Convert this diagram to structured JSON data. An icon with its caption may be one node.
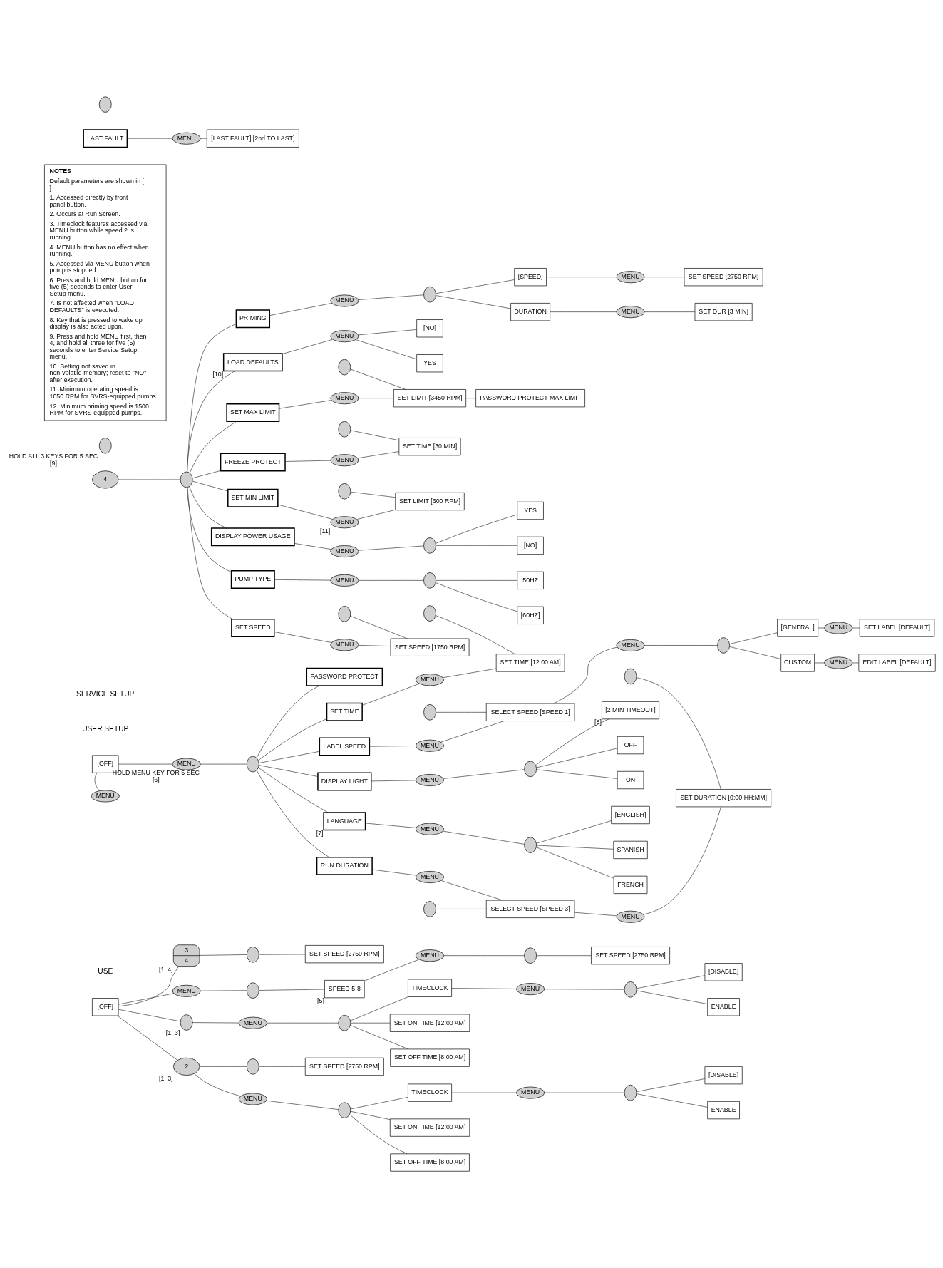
{
  "diagram": {
    "nodes": [
      {
        "text": [
          "[OFF]"
        ]
      },
      {
        "text": [],
        "shape": "button",
        "beside": [
          "[1, 3]"
        ]
      },
      {
        "text": [
          "MENU"
        ]
      },
      {
        "text": [],
        "shape": "button"
      },
      {
        "text": [
          "TIMECLOCK"
        ]
      },
      {
        "text": [
          "SET ON TIME [12:00 AM]"
        ]
      },
      {
        "text": [
          "SET OFF TIME [8:00 AM]"
        ]
      },
      {
        "text": [
          "MENU"
        ]
      },
      {
        "text": [],
        "shape": "button"
      },
      {
        "text": [
          "[DISABLE]"
        ]
      },
      {
        "text": [
          "ENABLE"
        ]
      },
      {
        "text": [
          "2"
        ],
        "beside": [
          "[1, 3]"
        ]
      },
      {
        "text": [
          "SET SPEED [2750 RPM]"
        ]
      },
      {
        "text": [],
        "shape": "button"
      },
      {
        "text": [
          "MENU"
        ]
      },
      {
        "text": [],
        "shape": "button"
      },
      {
        "text": [
          "TIMECLOCK"
        ]
      },
      {
        "text": [
          "SET ON TIME [12:00 AM]"
        ]
      },
      {
        "text": [
          "SET OFF TIME [8:00 AM]"
        ]
      },
      {
        "text": [
          "MENU"
        ]
      },
      {
        "text": [],
        "shape": "button"
      },
      {
        "text": [
          "[DISABLE]"
        ]
      },
      {
        "text": [
          "ENABLE"
        ]
      },
      {
        "text": [
          "3",
          "4"
        ],
        "beside": [
          "[1, 4]"
        ]
      },
      {
        "text": [],
        "shape": "button"
      },
      {
        "text": [
          "SET SPEED [2750 RPM]"
        ]
      },
      {
        "text": [
          "MENU"
        ]
      },
      {
        "text": [],
        "shape": "button"
      },
      {
        "text": [
          "SPEED 5-8"
        ],
        "beside": [
          "[5]"
        ]
      },
      {
        "text": [
          "MENU"
        ]
      },
      {
        "text": [],
        "shape": "button"
      },
      {
        "text": [
          "SET SPEED [2750 RPM]"
        ]
      },
      {
        "text": [
          "NOTES",
          "Default parameters are shown in [ ].",
          "1. Accessed directly by front panel button.",
          "2. Occurs at Run Screen.",
          "3. Timeclock features accessed via MENU button while speed 2 is running.",
          "4. MENU button has no effect when running.",
          "5. Accessed via MENU button when pump is stopped.",
          "6. Press and hold MENU button for five (5) seconds to enter User Setup menu.",
          "7. Is not affected when \"LOAD DEFAULTS\" is executed.",
          "8. Key that is pressed to wake up display is also acted upon.",
          "9. Press and hold MENU first, then 4, and hold all three for five (5) seconds to enter Service Setup menu.",
          "10. Setting not saved in non-volatile memory; reset to \"NO\" after execution.",
          "11. Minimum operating speed is 1050 RPM for SVRS-equipped pumps.",
          "12. Minimum priming speed is 1500 RPM for SVRS-equipped pumps."
        ]
      },
      {
        "text": [
          "[OFF]"
        ]
      },
      {
        "text": [
          "MENU"
        ],
        "beside": [
          "HOLD MENU KEY FOR 5 SEC",
          "[6]"
        ]
      },
      {
        "text": [],
        "shape": "button"
      },
      {
        "text": [
          "SET TIME"
        ]
      },
      {
        "text": [
          "MENU"
        ]
      },
      {
        "text": [
          "SET TIME [12:00 AM]"
        ]
      },
      {
        "text": [],
        "shape": "button"
      },
      {
        "text": [
          "DISPLAY LIGHT"
        ]
      },
      {
        "text": [
          "MENU"
        ]
      },
      {
        "text": [],
        "shape": "button"
      },
      {
        "text": [
          "[2 MIN TIMEOUT]"
        ],
        "beside": [
          "[8]"
        ]
      },
      {
        "text": [
          "OFF"
        ]
      },
      {
        "text": [
          "ON"
        ]
      },
      {
        "text": [
          "LANGUAGE"
        ],
        "beside": [
          "[7]"
        ]
      },
      {
        "text": [
          "MENU"
        ]
      },
      {
        "text": [],
        "shape": "button"
      },
      {
        "text": [
          "[ENGLISH]"
        ]
      },
      {
        "text": [
          "SPANISH"
        ]
      },
      {
        "text": [
          "FRENCH"
        ]
      },
      {
        "text": [
          "RUN DURATION"
        ]
      },
      {
        "text": [
          "MENU"
        ]
      },
      {
        "text": [
          "SELECT SPEED [SPEED 3]"
        ]
      },
      {
        "text": [],
        "shape": "button"
      },
      {
        "text": [
          "MENU"
        ]
      },
      {
        "text": [
          "SET DURATION [0:00 HH:MM]"
        ]
      },
      {
        "text": [],
        "shape": "button"
      },
      {
        "text": [
          "PASSWORD PROTECT"
        ]
      },
      {
        "text": [
          "LABEL SPEED"
        ]
      },
      {
        "text": [
          "MENU"
        ]
      },
      {
        "text": [
          "SELECT SPEED [SPEED 1]"
        ]
      },
      {
        "text": [],
        "shape": "button"
      },
      {
        "text": [
          "MENU"
        ]
      },
      {
        "text": [],
        "shape": "button"
      },
      {
        "text": [
          "[GENERAL]"
        ]
      },
      {
        "text": [
          "MENU"
        ]
      },
      {
        "text": [
          "SET LABEL [DEFAULT]"
        ]
      },
      {
        "text": [
          "CUSTOM"
        ]
      },
      {
        "text": [
          "MENU"
        ]
      },
      {
        "text": [
          "EDIT LABEL [DEFAULT]"
        ]
      },
      {
        "text": [
          "MENU"
        ]
      },
      {
        "text": [],
        "shape": "button",
        "beside": [
          "HOLD ALL 3 KEYS FOR 5 SEC",
          "[9]"
        ]
      },
      {
        "text": [
          "4"
        ]
      },
      {
        "text": [],
        "shape": "button"
      },
      {
        "text": [
          "SET MAX LIMIT"
        ]
      },
      {
        "text": [
          "MENU"
        ]
      },
      {
        "text": [
          "SET LIMIT [3450 RPM]"
        ]
      },
      {
        "text": [],
        "shape": "button"
      },
      {
        "text": [
          "PASSWORD PROTECT MAX LIMIT"
        ]
      },
      {
        "text": [
          "SET MIN LIMIT"
        ]
      },
      {
        "text": [
          "MENU"
        ],
        "beside": [
          "[11]"
        ]
      },
      {
        "text": [
          "SET LIMIT [600 RPM]"
        ]
      },
      {
        "text": [],
        "shape": "button"
      },
      {
        "text": [
          "DISPLAY POWER USAGE"
        ]
      },
      {
        "text": [
          "MENU"
        ]
      },
      {
        "text": [],
        "shape": "button"
      },
      {
        "text": [
          "[NO]"
        ]
      },
      {
        "text": [
          "YES"
        ]
      },
      {
        "text": [
          "PUMP TYPE"
        ]
      },
      {
        "text": [
          "MENU"
        ]
      },
      {
        "text": [],
        "shape": "button"
      },
      {
        "text": [
          "[60HZ]"
        ]
      },
      {
        "text": [
          "50HZ"
        ]
      },
      {
        "text": [
          "FREEZE PROTECT"
        ]
      },
      {
        "text": [
          "MENU"
        ]
      },
      {
        "text": [
          "SET TIME [30 MIN]"
        ]
      },
      {
        "text": [],
        "shape": "button"
      },
      {
        "text": [
          "SET SPEED"
        ]
      },
      {
        "text": [
          "MENU"
        ]
      },
      {
        "text": [
          "SET SPEED [1750 RPM]"
        ]
      },
      {
        "text": [],
        "shape": "button"
      },
      {
        "text": [
          "PRIMING"
        ]
      },
      {
        "text": [
          "MENU"
        ]
      },
      {
        "text": [],
        "shape": "button"
      },
      {
        "text": [
          "[SPEED]"
        ]
      },
      {
        "text": [
          "MENU"
        ]
      },
      {
        "text": [
          "SET SPEED [2750 RPM]"
        ]
      },
      {
        "text": [
          "DURATION"
        ]
      },
      {
        "text": [
          "MENU"
        ]
      },
      {
        "text": [
          "SET DUR [3 MIN]"
        ]
      },
      {
        "text": [
          "LAST FAULT"
        ]
      },
      {
        "text": [
          "MENU"
        ]
      },
      {
        "text": [
          "[LAST FAULT] [2nd TO LAST]"
        ]
      },
      {
        "text": [
          "LOAD DEFAULTS"
        ],
        "beside": [
          "[10]"
        ]
      },
      {
        "text": [
          "MENU"
        ]
      },
      {
        "text": [
          "[NO]"
        ]
      },
      {
        "text": [
          "YES"
        ]
      },
      {
        "text": [],
        "shape": "button"
      }
    ],
    "edges": [
      {
        "from": 0,
        "to": 1,
        "arrow": "none"
      },
      {
        "from": 0,
        "to": 11,
        "arrow": "none"
      },
      {
        "from": 0,
        "to": 23,
        "arrow": "none"
      },
      {
        "from": 0,
        "to": 26,
        "arrow": "none"
      },
      {
        "from": 1,
        "to": 2,
        "arrow": "none"
      },
      {
        "from": 2,
        "to": 3,
        "arrow": "none"
      },
      {
        "from": 3,
        "to": 4,
        "arrow": "none"
      },
      {
        "from": 3,
        "to": 5,
        "arrow": "none"
      },
      {
        "from": 3,
        "to": 6,
        "arrow": "none"
      },
      {
        "from": 4,
        "to": 7,
        "arrow": "none"
      },
      {
        "from": 7,
        "to": 8,
        "arrow": "none"
      },
      {
        "from": 8,
        "to": 9,
        "arrow": "none"
      },
      {
        "from": 8,
        "to": 10,
        "arrow": "none"
      },
      {
        "from": 11,
        "to": 13,
        "arrow": "none"
      },
      {
        "from": 13,
        "to": 12,
        "arrow": "none"
      },
      {
        "from": 11,
        "to": 14,
        "arrow": "none"
      },
      {
        "from": 14,
        "to": 15,
        "arrow": "none"
      },
      {
        "from": 15,
        "to": 16,
        "arrow": "none"
      },
      {
        "from": 15,
        "to": 17,
        "arrow": "none"
      },
      {
        "from": 15,
        "to": 18,
        "arrow": "none"
      },
      {
        "from": 16,
        "to": 19,
        "arrow": "none"
      },
      {
        "from": 19,
        "to": 20,
        "arrow": "none"
      },
      {
        "from": 20,
        "to": 21,
        "arrow": "none"
      },
      {
        "from": 20,
        "to": 22,
        "arrow": "none"
      },
      {
        "from": 23,
        "to": 24,
        "arrow": "none"
      },
      {
        "from": 24,
        "to": 25,
        "arrow": "none"
      },
      {
        "from": 26,
        "to": 27,
        "arrow": "none"
      },
      {
        "from": 27,
        "to": 28,
        "arrow": "none"
      },
      {
        "from": 28,
        "to": 29,
        "arrow": "none"
      },
      {
        "from": 29,
        "to": 30,
        "arrow": "none"
      },
      {
        "from": 30,
        "to": 31,
        "arrow": "none"
      },
      {
        "from": 33,
        "to": 34,
        "arrow": "none"
      },
      {
        "from": 34,
        "to": 35,
        "arrow": "none"
      },
      {
        "from": 35,
        "to": 36,
        "arrow": "none"
      },
      {
        "from": 35,
        "to": 60,
        "arrow": "none"
      },
      {
        "from": 35,
        "to": 40,
        "arrow": "none"
      },
      {
        "from": 35,
        "to": 46,
        "arrow": "none"
      },
      {
        "from": 35,
        "to": 52,
        "arrow": "none"
      },
      {
        "from": 35,
        "to": 59,
        "arrow": "none"
      },
      {
        "from": 36,
        "to": 37,
        "arrow": "none"
      },
      {
        "from": 37,
        "to": 38,
        "arrow": "none"
      },
      {
        "from": 39,
        "to": 38,
        "arrow": "none"
      },
      {
        "from": 40,
        "to": 41,
        "arrow": "none"
      },
      {
        "from": 41,
        "to": 42,
        "arrow": "none"
      },
      {
        "from": 42,
        "to": 43,
        "arrow": "none"
      },
      {
        "from": 42,
        "to": 44,
        "arrow": "none"
      },
      {
        "from": 42,
        "to": 45,
        "arrow": "none"
      },
      {
        "from": 46,
        "to": 47,
        "arrow": "none"
      },
      {
        "from": 47,
        "to": 48,
        "arrow": "none"
      },
      {
        "from": 48,
        "to": 49,
        "arrow": "none"
      },
      {
        "from": 48,
        "to": 50,
        "arrow": "none"
      },
      {
        "from": 48,
        "to": 51,
        "arrow": "none"
      },
      {
        "from": 52,
        "to": 53,
        "arrow": "none"
      },
      {
        "from": 53,
        "to": 54,
        "arrow": "none"
      },
      {
        "from": 55,
        "to": 54,
        "arrow": "none"
      },
      {
        "from": 54,
        "to": 56,
        "arrow": "none"
      },
      {
        "from": 56,
        "to": 57,
        "arrow": "none"
      },
      {
        "from": 58,
        "to": 57,
        "arrow": "none"
      },
      {
        "from": 60,
        "to": 61,
        "arrow": "none"
      },
      {
        "from": 61,
        "to": 62,
        "arrow": "none"
      },
      {
        "from": 63,
        "to": 62,
        "arrow": "none"
      },
      {
        "from": 62,
        "to": 64,
        "arrow": "none"
      },
      {
        "from": 64,
        "to": 65,
        "arrow": "none"
      },
      {
        "from": 65,
        "to": 66,
        "arrow": "none"
      },
      {
        "from": 65,
        "to": 69,
        "arrow": "none"
      },
      {
        "from": 66,
        "to": 67,
        "arrow": "none"
      },
      {
        "from": 67,
        "to": 68,
        "arrow": "none"
      },
      {
        "from": 69,
        "to": 70,
        "arrow": "none"
      },
      {
        "from": 70,
        "to": 71,
        "arrow": "none"
      },
      {
        "from": 33,
        "to": 72,
        "arrow": "none"
      },
      {
        "from": 74,
        "to": 75,
        "arrow": "none"
      },
      {
        "from": 75,
        "to": 76,
        "arrow": "none"
      },
      {
        "from": 75,
        "to": 81,
        "arrow": "none"
      },
      {
        "from": 75,
        "to": 85,
        "arrow": "none"
      },
      {
        "from": 75,
        "to": 90,
        "arrow": "none"
      },
      {
        "from": 75,
        "to": 95,
        "arrow": "none"
      },
      {
        "from": 75,
        "to": 99,
        "arrow": "none"
      },
      {
        "from": 75,
        "to": 103,
        "arrow": "none"
      },
      {
        "from": 75,
        "to": 115,
        "arrow": "none"
      },
      {
        "from": 76,
        "to": 77,
        "arrow": "none"
      },
      {
        "from": 77,
        "to": 78,
        "arrow": "none"
      },
      {
        "from": 79,
        "to": 78,
        "arrow": "none"
      },
      {
        "from": 78,
        "to": 80,
        "arrow": "none"
      },
      {
        "from": 81,
        "to": 82,
        "arrow": "none"
      },
      {
        "from": 82,
        "to": 83,
        "arrow": "none"
      },
      {
        "from": 84,
        "to": 83,
        "arrow": "none"
      },
      {
        "from": 85,
        "to": 86,
        "arrow": "none"
      },
      {
        "from": 86,
        "to": 87,
        "arrow": "none"
      },
      {
        "from": 87,
        "to": 88,
        "arrow": "none"
      },
      {
        "from": 87,
        "to": 89,
        "arrow": "none"
      },
      {
        "from": 90,
        "to": 91,
        "arrow": "none"
      },
      {
        "from": 91,
        "to": 92,
        "arrow": "none"
      },
      {
        "from": 92,
        "to": 93,
        "arrow": "none"
      },
      {
        "from": 92,
        "to": 94,
        "arrow": "none"
      },
      {
        "from": 95,
        "to": 96,
        "arrow": "none"
      },
      {
        "from": 96,
        "to": 97,
        "arrow": "none"
      },
      {
        "from": 98,
        "to": 97,
        "arrow": "none"
      },
      {
        "from": 99,
        "to": 100,
        "arrow": "none"
      },
      {
        "from": 100,
        "to": 101,
        "arrow": "none"
      },
      {
        "from": 102,
        "to": 101,
        "arrow": "none"
      },
      {
        "from": 103,
        "to": 104,
        "arrow": "none"
      },
      {
        "from": 104,
        "to": 105,
        "arrow": "none"
      },
      {
        "from": 105,
        "to": 106,
        "arrow": "none"
      },
      {
        "from": 105,
        "to": 109,
        "arrow": "none"
      },
      {
        "from": 106,
        "to": 107,
        "arrow": "none"
      },
      {
        "from": 107,
        "to": 108,
        "arrow": "none"
      },
      {
        "from": 109,
        "to": 110,
        "arrow": "none"
      },
      {
        "from": 110,
        "to": 111,
        "arrow": "none"
      },
      {
        "from": 112,
        "to": 113,
        "arrow": "none"
      },
      {
        "from": 113,
        "to": 114,
        "arrow": "none"
      },
      {
        "from": 115,
        "to": 116,
        "arrow": "none"
      },
      {
        "from": 116,
        "to": 117,
        "arrow": "none"
      },
      {
        "from": 116,
        "to": 118,
        "arrow": "none"
      }
    ],
    "labels": [
      "USE",
      "USER SETUP",
      "SERVICE SETUP"
    ]
  }
}
